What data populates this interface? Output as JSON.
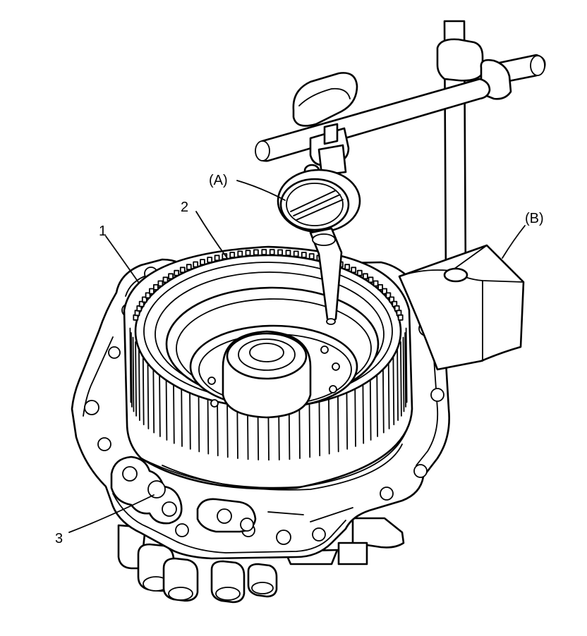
{
  "callouts": {
    "part_1": "1",
    "part_2": "2",
    "part_3": "3",
    "tool_a": "(A)",
    "tool_b": "(B)"
  }
}
